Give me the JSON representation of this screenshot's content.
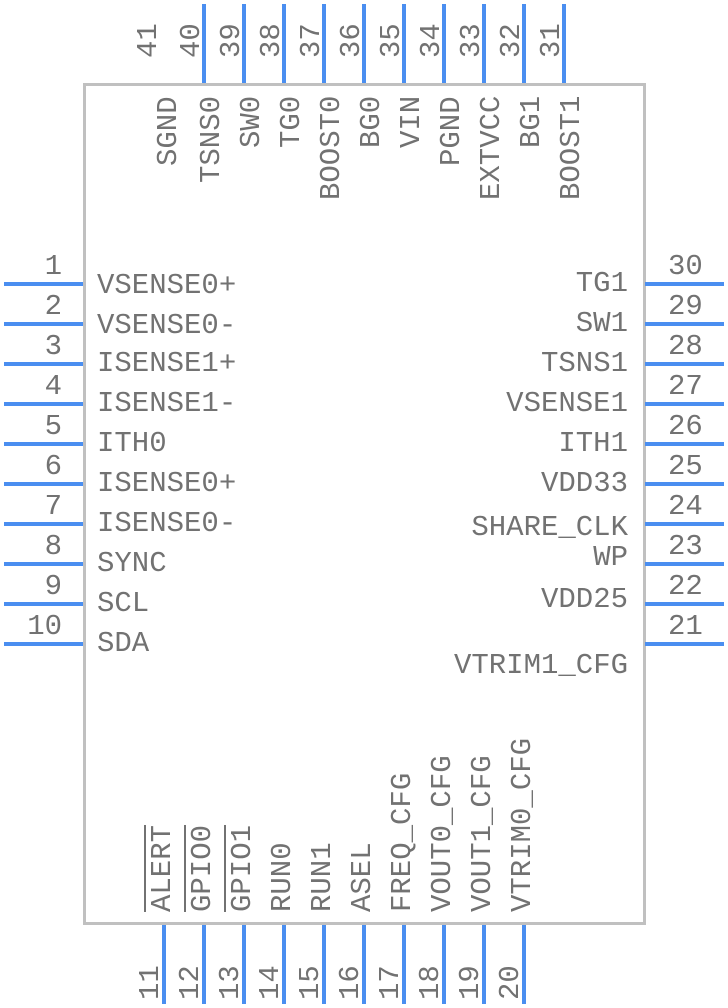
{
  "component": {
    "pins_left": [
      {
        "number": "1",
        "name": "VSENSE0+"
      },
      {
        "number": "2",
        "name": "VSENSE0-"
      },
      {
        "number": "3",
        "name": "ISENSE1+"
      },
      {
        "number": "4",
        "name": "ISENSE1-"
      },
      {
        "number": "5",
        "name": "ITH0"
      },
      {
        "number": "6",
        "name": "ISENSE0+"
      },
      {
        "number": "7",
        "name": "ISENSE0-"
      },
      {
        "number": "8",
        "name": "SYNC"
      },
      {
        "number": "9",
        "name": "SCL"
      },
      {
        "number": "10",
        "name": "SDA"
      }
    ],
    "pins_bottom": [
      {
        "number": "11",
        "name": "ALERT",
        "active_low": true
      },
      {
        "number": "12",
        "name": "GPIO0",
        "active_low": true
      },
      {
        "number": "13",
        "name": "GPIO1",
        "active_low": true
      },
      {
        "number": "14",
        "name": "RUN0"
      },
      {
        "number": "15",
        "name": "RUN1"
      },
      {
        "number": "16",
        "name": "ASEL"
      },
      {
        "number": "17",
        "name": "FREQ_CFG"
      },
      {
        "number": "18",
        "name": "VOUT0_CFG"
      },
      {
        "number": "19",
        "name": "VOUT1_CFG"
      },
      {
        "number": "20",
        "name": "VTRIM0_CFG"
      }
    ],
    "pins_right": [
      {
        "number": "30",
        "name": "TG1"
      },
      {
        "number": "29",
        "name": "SW1"
      },
      {
        "number": "28",
        "name": "TSNS1"
      },
      {
        "number": "27",
        "name": "VSENSE1"
      },
      {
        "number": "26",
        "name": "ITH1"
      },
      {
        "number": "25",
        "name": "VDD33"
      },
      {
        "number": "24",
        "name": "SHARE_CLK"
      },
      {
        "number": "23",
        "name": "WP"
      },
      {
        "number": "22",
        "name": "VDD25"
      },
      {
        "number": "21",
        "name": "VTRIM1_CFG"
      }
    ],
    "pins_top": [
      {
        "number": "41",
        "name": "SGND"
      },
      {
        "number": "40",
        "name": "TSNS0"
      },
      {
        "number": "39",
        "name": "SW0"
      },
      {
        "number": "38",
        "name": "TG0"
      },
      {
        "number": "37",
        "name": "BOOST0"
      },
      {
        "number": "36",
        "name": "BG0"
      },
      {
        "number": "35",
        "name": "VIN"
      },
      {
        "number": "34",
        "name": "PGND"
      },
      {
        "number": "33",
        "name": "EXTVCC"
      },
      {
        "number": "32",
        "name": "BG1"
      },
      {
        "number": "31",
        "name": "BOOST1"
      }
    ],
    "colors": {
      "pin": "#4a8ef0",
      "outline": "#c0c0c0",
      "text": "#727272"
    }
  }
}
